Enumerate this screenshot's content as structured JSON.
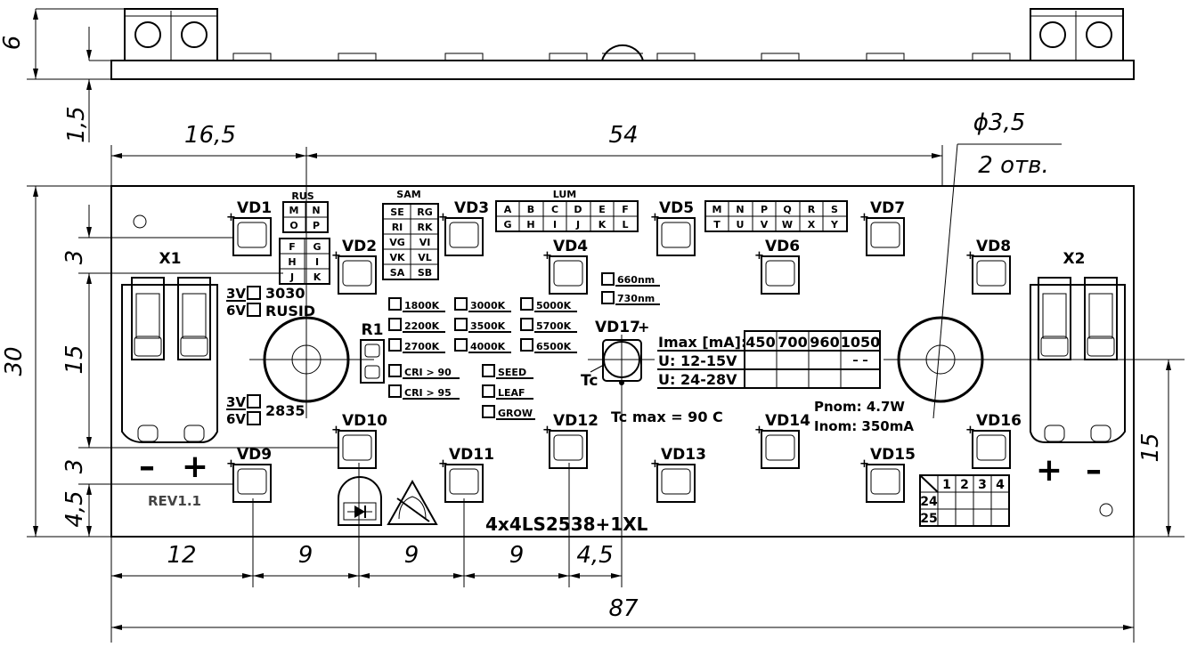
{
  "dimensions": {
    "top_height": "6",
    "thickness": "1,5",
    "left_offset": "16,5",
    "span": "54",
    "hole_diameter": "ϕ3,5",
    "hole_count": "2 отв.",
    "board_height": "30",
    "vertical_span": "15",
    "vd_pitch": "3",
    "bottom_offset": "4,5",
    "right_height": "15",
    "total_width": "87",
    "bottom_spacings": [
      "12",
      "9",
      "9",
      "9",
      "4,5"
    ]
  },
  "connectors": {
    "x1": "X1",
    "x2": "X2"
  },
  "leds": [
    "VD1",
    "VD2",
    "VD3",
    "VD4",
    "VD5",
    "VD6",
    "VD7",
    "VD8",
    "VD9",
    "VD10",
    "VD11",
    "VD12",
    "VD13",
    "VD14",
    "VD15",
    "VD16",
    "VD17"
  ],
  "resistor": "R1",
  "tc_label": "Tc",
  "rus_table": {
    "title": "RUS",
    "rows": [
      [
        "M",
        "N"
      ],
      [
        "O",
        "P"
      ],
      [
        "F",
        "G"
      ],
      [
        "H",
        "I"
      ],
      [
        "J",
        "K"
      ]
    ]
  },
  "sam_table": {
    "title": "SAM",
    "rows": [
      [
        "SE",
        "RG"
      ],
      [
        "RI",
        "RK"
      ],
      [
        "VG",
        "VI"
      ],
      [
        "VK",
        "VL"
      ],
      [
        "SA",
        "SB"
      ]
    ]
  },
  "lum_table": {
    "title": "LUM",
    "rows": [
      [
        "A",
        "B",
        "C",
        "D",
        "E",
        "F"
      ],
      [
        "G",
        "H",
        "I",
        "J",
        "K",
        "L"
      ]
    ]
  },
  "right_table": {
    "rows": [
      [
        "M",
        "N",
        "P",
        "Q",
        "R",
        "S"
      ],
      [
        "T",
        "U",
        "V",
        "W",
        "X",
        "Y"
      ]
    ]
  },
  "package_options": {
    "first": [
      "3V",
      "6V"
    ],
    "first_labels": [
      "3030",
      "RUSID"
    ],
    "second": [
      "3V",
      "6V"
    ],
    "second_label": "2835"
  },
  "cct_options": [
    "1800K",
    "3000K",
    "5000K",
    "2200K",
    "3500K",
    "5700K",
    "2700K",
    "4000K",
    "6500K"
  ],
  "wavelengths": [
    "660nm",
    "730nm"
  ],
  "cri_options": [
    "CRI > 90",
    "CRI > 95"
  ],
  "spectrum_options": [
    "SEED",
    "LEAF",
    "GROW"
  ],
  "current_table": {
    "header": "Imax [mA]:",
    "currents": [
      "450",
      "700",
      "960",
      "1050"
    ],
    "rows": [
      {
        "label": "U: 12-15V",
        "cells": [
          "",
          "",
          "",
          "– –"
        ]
      },
      {
        "label": "U: 24-28V",
        "cells": [
          "",
          "",
          "",
          ""
        ]
      }
    ]
  },
  "tc_max": "Tc max = 90 C",
  "power": {
    "pnom": "Pnom: 4.7W",
    "inom": "Inom: 350mA"
  },
  "board_name": "4x4LS2538+1XL",
  "revision": "REV1.1",
  "grid_table": {
    "cols": [
      "1",
      "2",
      "3",
      "4"
    ],
    "rows": [
      "24",
      "25"
    ]
  },
  "polarity": {
    "x1": [
      "–",
      "+"
    ],
    "x2": [
      "+",
      "–"
    ]
  }
}
